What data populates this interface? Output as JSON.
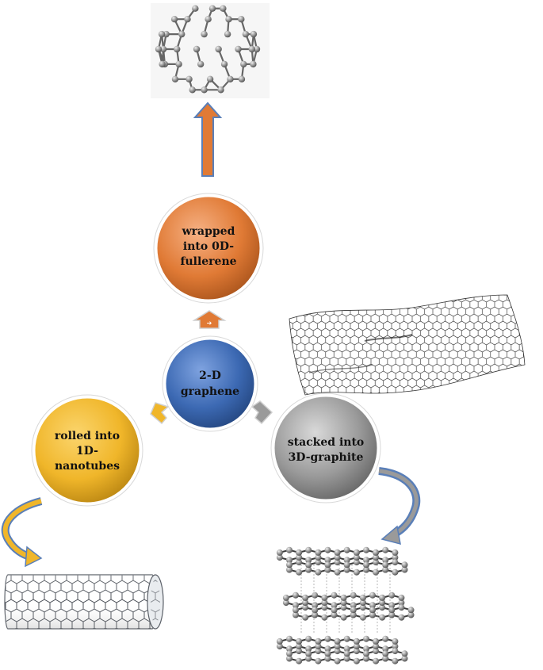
{
  "nodes": {
    "center": {
      "lines": [
        "2-D",
        "graphene"
      ],
      "color": "#3c69b3"
    },
    "top": {
      "lines": [
        "wrapped",
        "into 0D-",
        "fullerene"
      ],
      "color": "#e07a35"
    },
    "left": {
      "lines": [
        "rolled into",
        "1D-",
        "nanotubes"
      ],
      "color": "#f0b62a"
    },
    "right": {
      "lines": [
        "stacked into",
        "3D-graphite"
      ],
      "color": "#9a9a9a"
    }
  },
  "arrows": {
    "up_color": "#e07a35",
    "left_color": "#f0b62a",
    "right_color": "#9a9a9a",
    "curve_left_color": "#f0b62a",
    "curve_right_color": "#5a7fb8"
  },
  "illustrations": {
    "fullerene": "fullerene-molecule",
    "graphene_sheet": "graphene-sheet",
    "nanotube": "carbon-nanotube",
    "graphite": "graphite-layers"
  }
}
